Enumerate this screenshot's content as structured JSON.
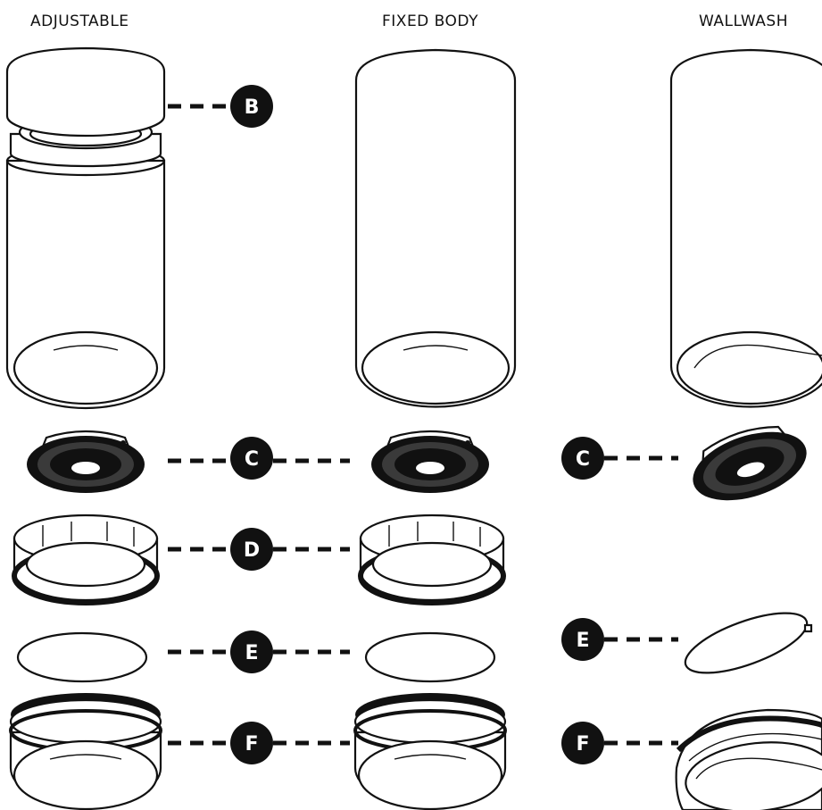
{
  "columns": {
    "adjustable": "ADJUSTABLE",
    "fixed_body": "FIXED BODY",
    "wallwash": "WALLWASH"
  },
  "callouts": {
    "b": "B",
    "c": "C",
    "d": "D",
    "e": "E",
    "f": "F"
  }
}
